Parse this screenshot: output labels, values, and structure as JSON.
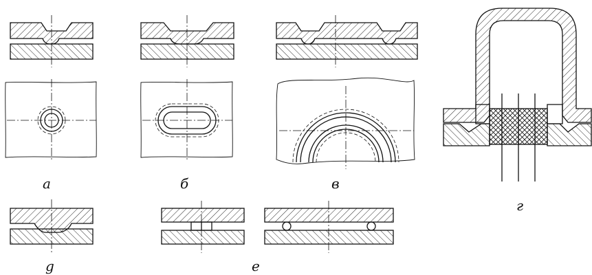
{
  "labels": {
    "a": "а",
    "b": "б",
    "v": "в",
    "g": "г",
    "d": "g",
    "e": "е"
  }
}
